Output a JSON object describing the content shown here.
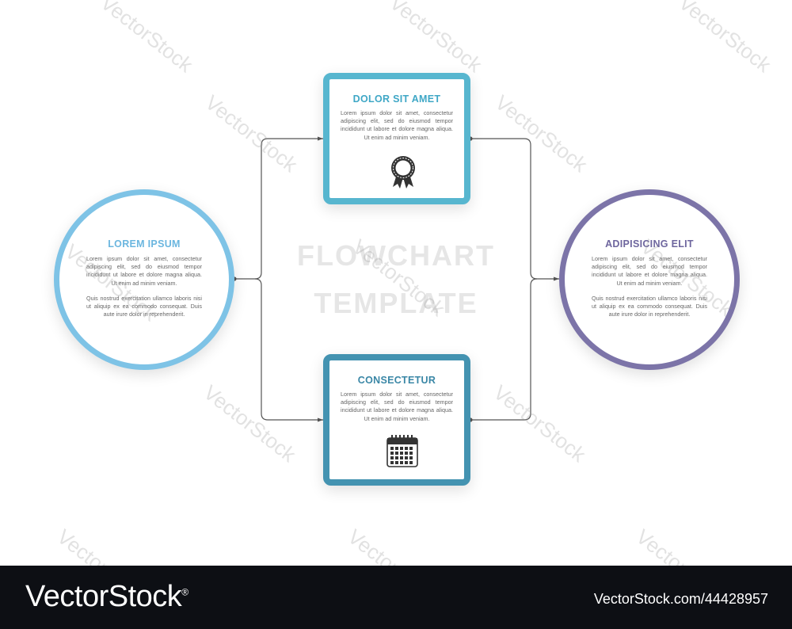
{
  "diagram": {
    "center_title_line1": "FLOWCHART",
    "center_title_line2": "TEMPLATE",
    "nodes": {
      "left": {
        "title": "LOREM IPSUM",
        "paragraph1": "Lorem ipsum dolor sit amet, consectetur adipiscing elit, sed do eiusmod tempor incididunt ut labore et dolore magna aliqua. Ut enim ad minim veniam.",
        "paragraph2": "Quis nostrud exercitation ullamco laboris nisi ut aliquip ex ea commodo consequat. Duis aute irure dolor in reprehenderit.",
        "color": "#7ec3e6"
      },
      "top": {
        "title": "DOLOR SIT AMET",
        "paragraph1": "Lorem ipsum dolor sit amet, consectetur adipiscing elit, sed do eiusmod tempor incididunt ut labore et dolore magna aliqua. Ut enim ad minim veniam.",
        "icon": "award-badge-icon",
        "color": "#57b6cf"
      },
      "bottom": {
        "title": "CONSECTETUR",
        "paragraph1": "Lorem ipsum dolor sit amet, consectetur adipiscing elit, sed do eiusmod tempor incididunt ut labore et dolore magna aliqua. Ut enim ad minim veniam.",
        "icon": "calendar-icon",
        "color": "#4493b1"
      },
      "right": {
        "title": "ADIPISICING ELIT",
        "paragraph1": "Lorem ipsum dolor sit amet, consectetur adipiscing elit, sed do eiusmod tempor incididunt ut labore et dolore magna aliqua. Ut enim ad minim veniam.",
        "paragraph2": "Quis nostrud exercitation ullamco laboris nisi ut aliquip ex ea commodo consequat. Duis aute irure dolor in reprehenderit.",
        "color": "#7c74a8"
      }
    },
    "connector_color": "#555555"
  },
  "watermark": {
    "text": "VectorStock"
  },
  "footer": {
    "brand": "VectorStock",
    "registered": "®",
    "image_id": "VectorStock.com/44428957"
  }
}
